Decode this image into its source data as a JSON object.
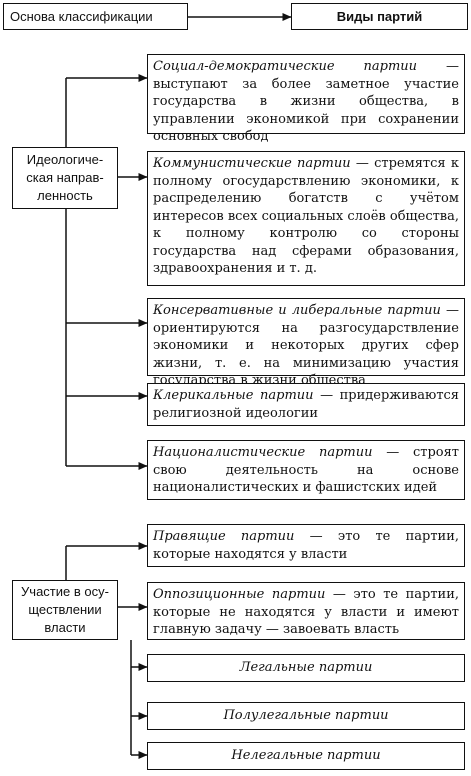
{
  "header": {
    "basis_label": "Основа классификации",
    "types_label": "Виды партий"
  },
  "groups": [
    {
      "basis": "Идеологическая направленность",
      "basis_lines": [
        "Идеологиче-",
        "ская направ-",
        "ленность"
      ],
      "types": [
        {
          "name": "Социал-демократические партии",
          "desc": " — выступают за более заметное участие государства в жизни общества, в управлении экономикой при сохранении основных свобод"
        },
        {
          "name": "Коммунистические партии",
          "desc": " — стремятся к полному огосударствлению экономики, к распределению богатств с учётом интересов всех социальных слоёв общества, к полному контролю со стороны государства над сферами образования, здравоохранения и т. д."
        },
        {
          "name": "Консервативные и либеральные партии",
          "desc": " — ориентируются на разгосударствление экономики и некоторых других сфер жизни, т. е. на минимизацию участия государства в жизни общества"
        },
        {
          "name": "Клерикальные партии",
          "desc": " — придерживаются религиозной идеологии"
        },
        {
          "name": "Националистические партии",
          "desc": " — строят свою деятельность на основе националистических и фашистских идей"
        }
      ]
    },
    {
      "basis": "Участие в осуществлении власти",
      "basis_lines": [
        "Участие в осу-",
        "ществлении",
        "власти"
      ],
      "types": [
        {
          "name": "Правящие партии",
          "desc": " — это те партии, которые находятся у власти"
        },
        {
          "name": "Оппозиционные партии",
          "desc": " — это те партии, которые не находятся у власти и имеют главную задачу — завоевать власть"
        }
      ],
      "subtypes": [
        "Легальные партии",
        "Полулегальные партии",
        "Нелегальные партии"
      ]
    }
  ]
}
